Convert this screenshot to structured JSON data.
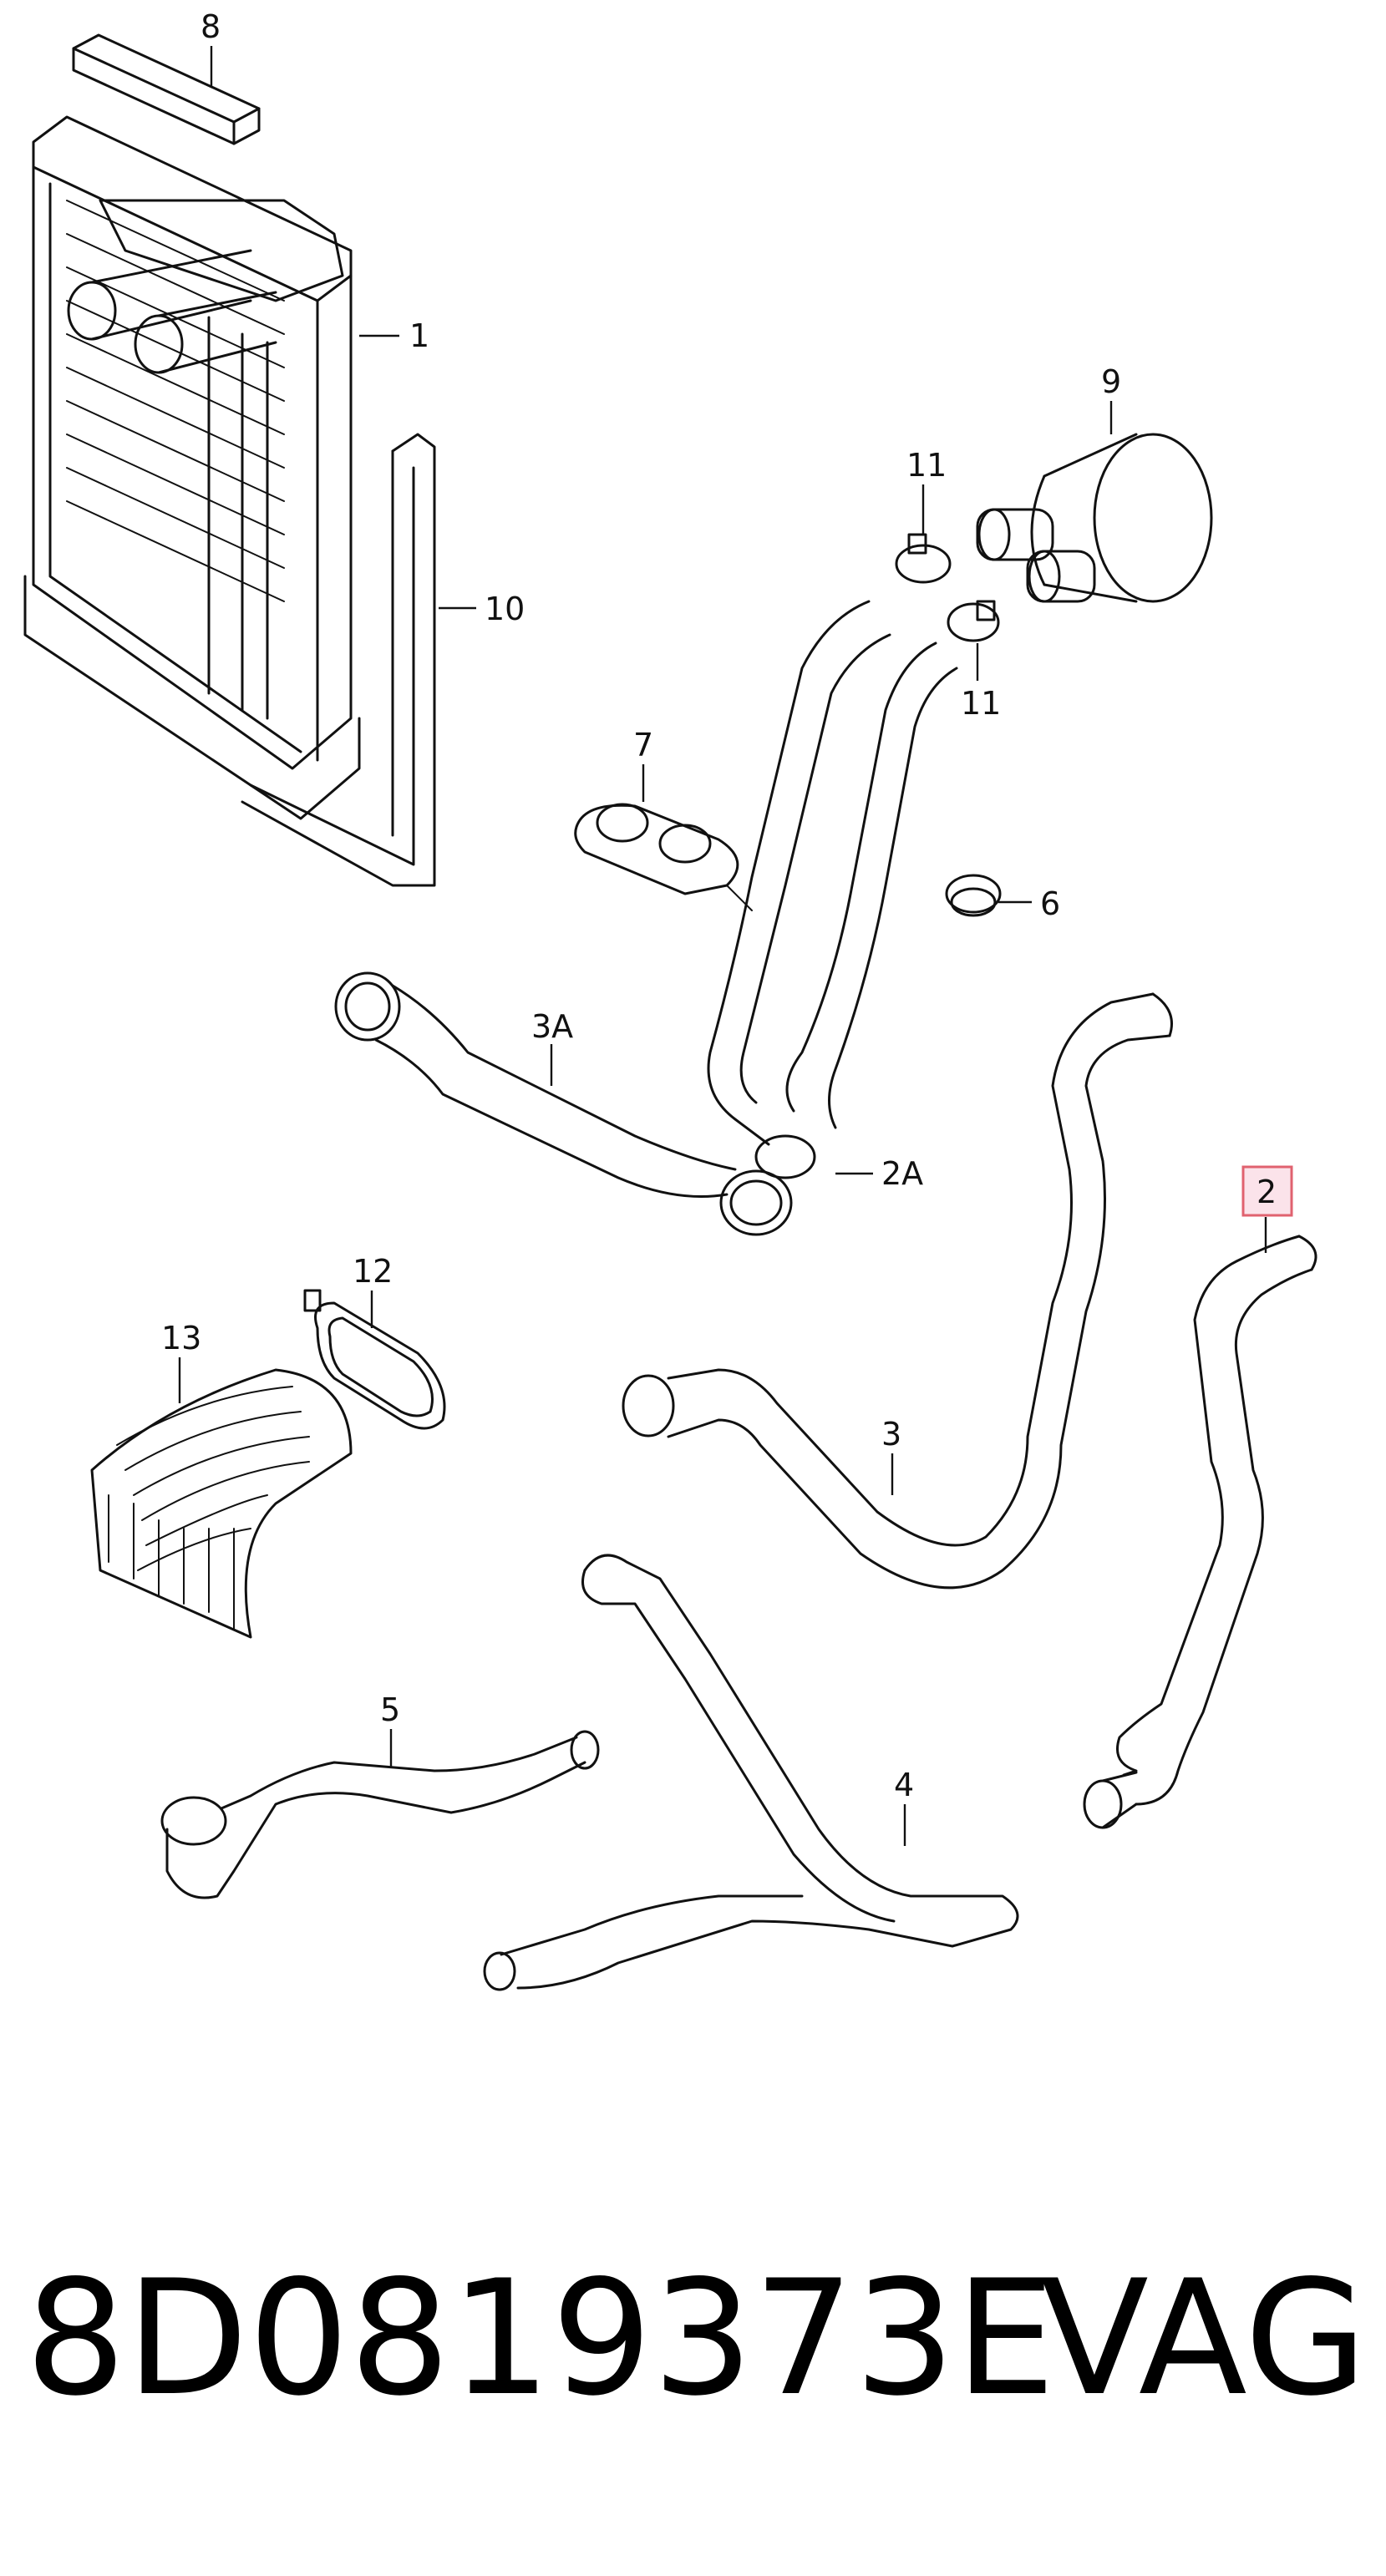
{
  "callouts": {
    "c1": "1",
    "c2": "2",
    "c2A": "2A",
    "c3": "3",
    "c3A": "3A",
    "c4": "4",
    "c5": "5",
    "c6": "6",
    "c7": "7",
    "c8": "8",
    "c9": "9",
    "c10": "10",
    "c11a": "11",
    "c11b": "11",
    "c12": "12",
    "c13": "13"
  },
  "highlight": {
    "label": "2",
    "color": "#e0626f"
  },
  "footer": {
    "part_number": "8D0819373E",
    "brand": "VAG"
  }
}
